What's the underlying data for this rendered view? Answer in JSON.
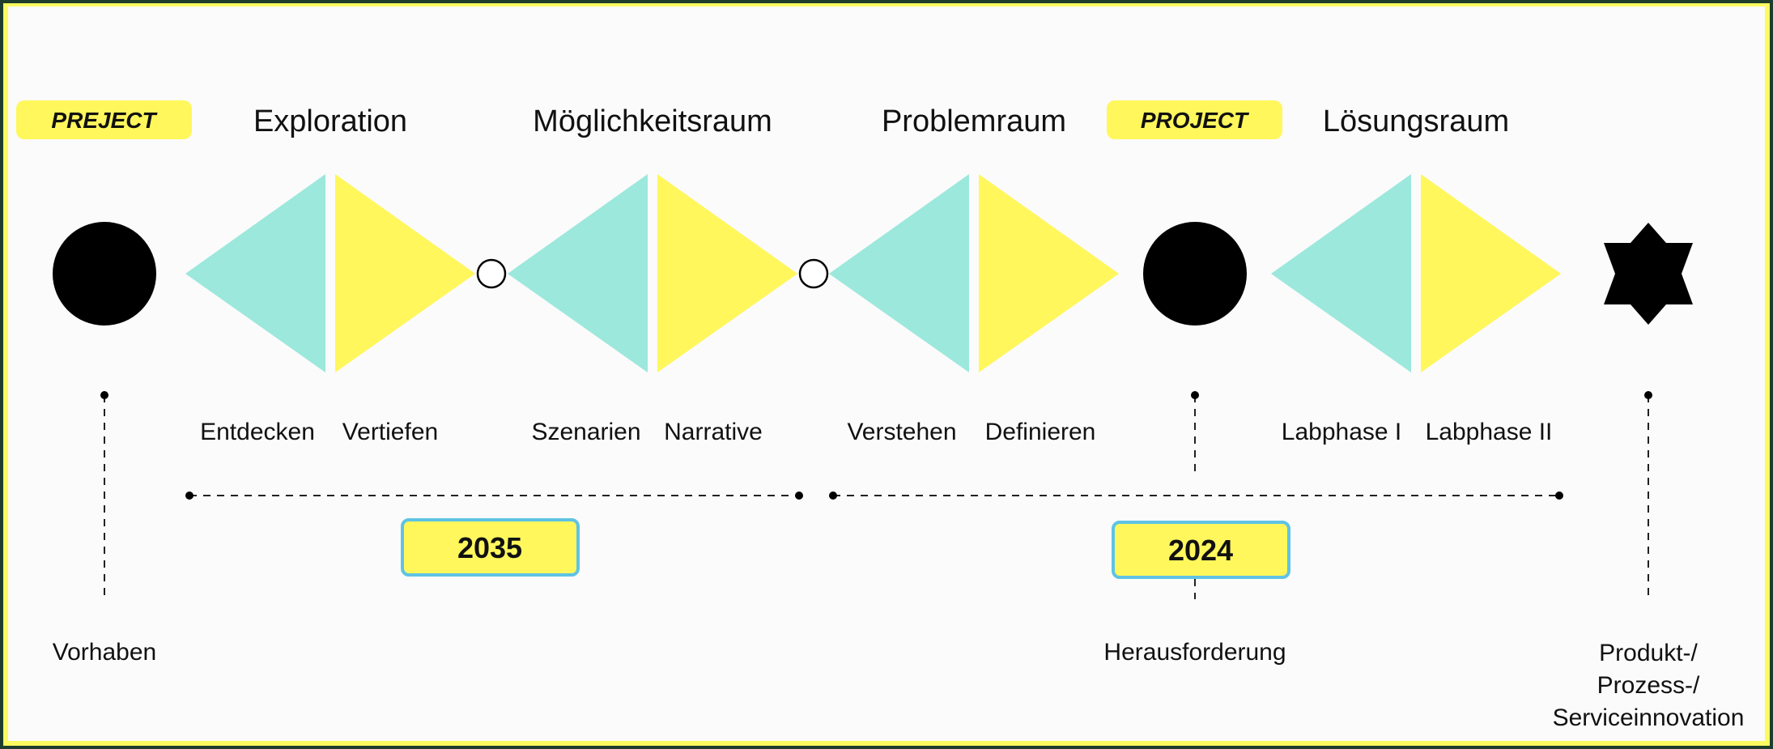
{
  "tags": {
    "left": "PREJECT",
    "right": "PROJECT"
  },
  "phases": [
    {
      "title": "Exploration",
      "sub_left": "Entdecken",
      "sub_right": "Vertiefen"
    },
    {
      "title": "Möglichkeitsraum",
      "sub_left": "Szenarien",
      "sub_right": "Narrative"
    },
    {
      "title": "Problemraum",
      "sub_left": "Verstehen",
      "sub_right": "Definieren"
    },
    {
      "title": "Lösungsraum",
      "sub_left": "Labphase I",
      "sub_right": "Labphase II"
    }
  ],
  "years": {
    "left": "2035",
    "right": "2024"
  },
  "milestones": {
    "start": "Vorhaben",
    "challenge": "Herausforderung",
    "end_line1": "Produkt-/",
    "end_line2": "Prozess-/",
    "end_line3": "Serviceinnovation"
  },
  "colors": {
    "teal": "#9ce8dc",
    "yellow": "#fff75c",
    "tag_yellow": "#fff75c",
    "year_border": "#5fc3e4",
    "frame_border": "#1e3d2c",
    "dark": "#000000"
  }
}
